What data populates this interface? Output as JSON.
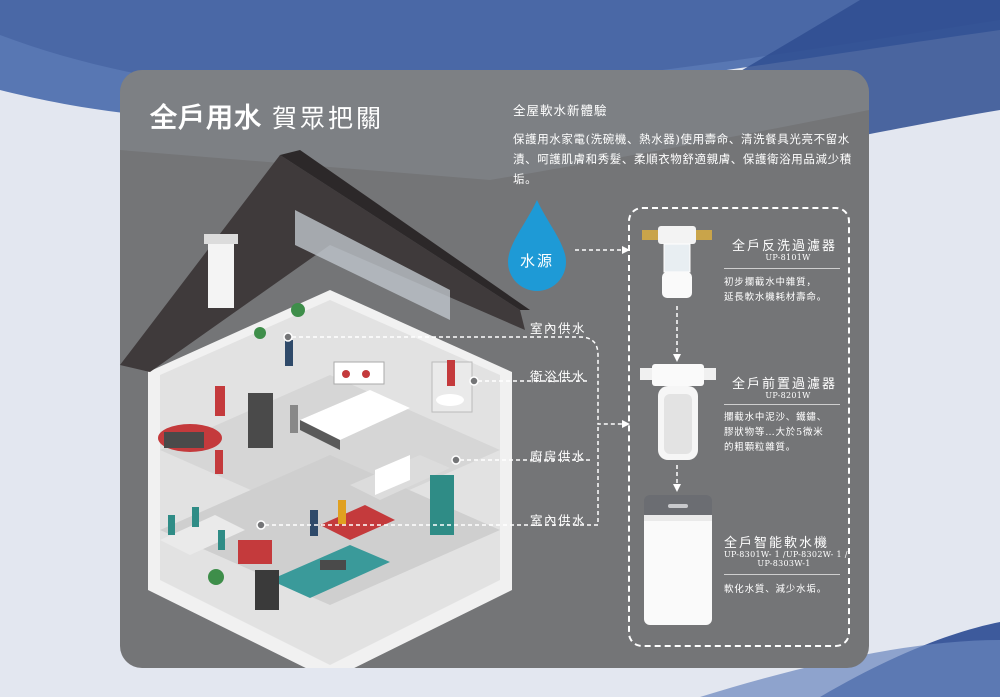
{
  "title": {
    "main": "全戶用水",
    "sub": "賀眾把關"
  },
  "intro": {
    "heading": "全屋軟水新體驗",
    "body": "保護用水家電(洗碗機、熱水器)使用壽命、清洗餐具光亮不留水漬、呵護肌膚和秀髮、柔順衣物舒適親膚、保護衛浴用品減少積垢。"
  },
  "source_label": "水源",
  "supply_labels": [
    "室內供水",
    "衛浴供水",
    "廚房供水",
    "室內供水"
  ],
  "products": [
    {
      "name": "全戶反洗過濾器",
      "model": "UP-8101W",
      "desc_lines": [
        "初步攔截水中雜質，",
        "延長軟水機耗材壽命。"
      ]
    },
    {
      "name": "全戶前置過濾器",
      "model": "UP-8201W",
      "desc_lines": [
        "攔截水中泥沙、鐵鏽、",
        "膠狀物等…大於5微米",
        "的粗顆粒雜質。"
      ]
    },
    {
      "name": "全戶智能軟水機",
      "model_lines": [
        "UP-8301W-  1 /UP-8302W-  1 /",
        "UP-8303W-1"
      ],
      "desc_lines": [
        "軟化水質、減少水垢。"
      ]
    }
  ],
  "colors": {
    "drop": "#1e9ad6",
    "panel": "#747577",
    "roof": "#3f3a3b",
    "sofa": "#c43a3c",
    "teal": "#2f8c86"
  }
}
